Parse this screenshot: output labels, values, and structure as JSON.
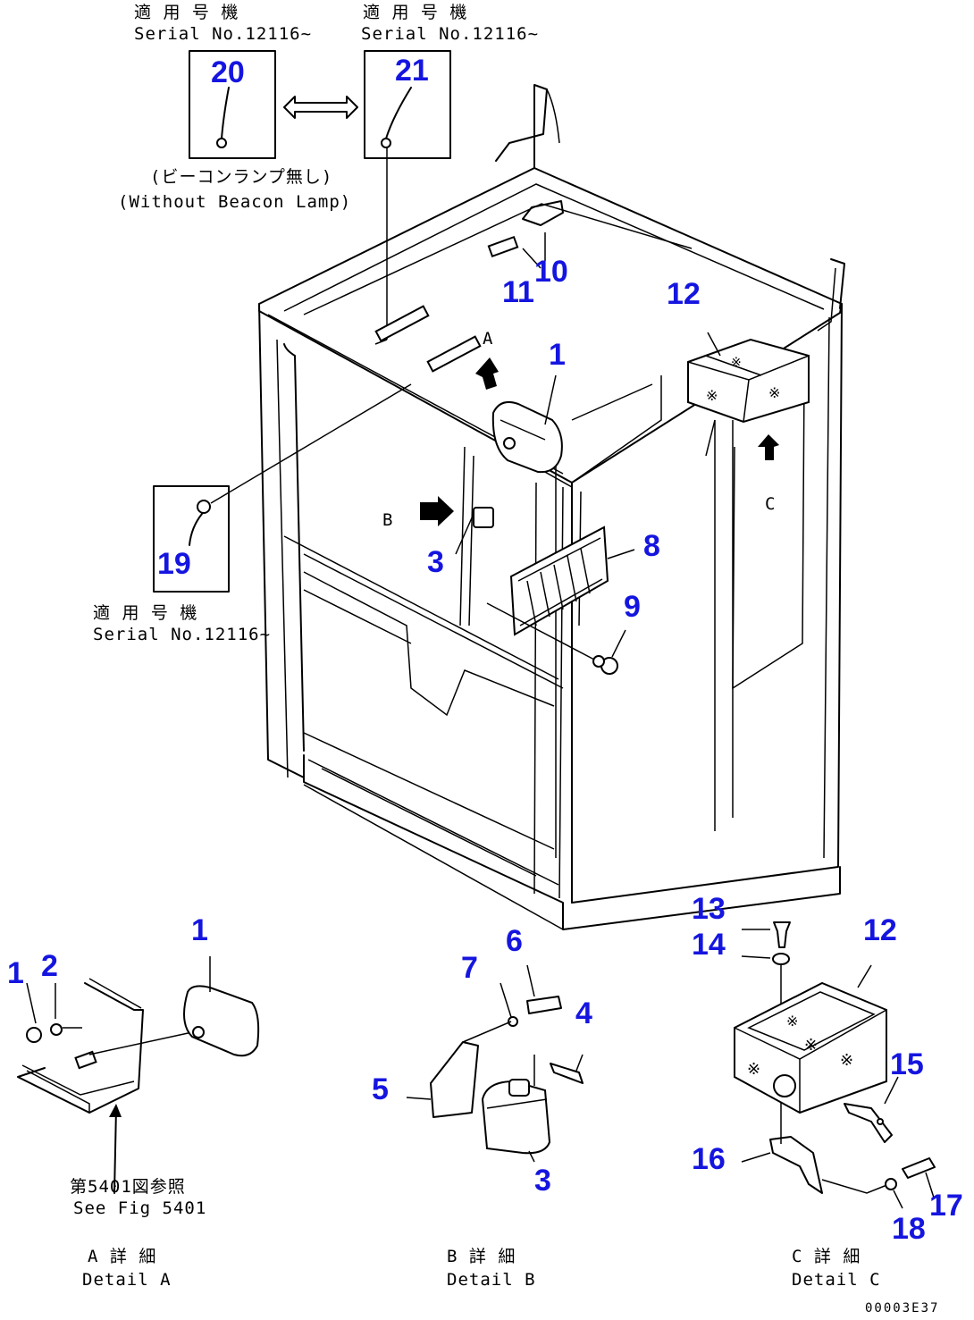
{
  "header_labels": {
    "left_jp": "適 用 号 機",
    "left_serial": "Serial No.12116~",
    "right_jp": "適 用 号 機",
    "right_serial": "Serial No.12116~",
    "beacon_jp": "(ビーコンランプ無し)",
    "beacon_en": "(Without Beacon Lamp)",
    "mid_jp": "適 用 号 機",
    "mid_serial": "Serial No.12116~"
  },
  "view_letters": {
    "a": "A",
    "b": "B",
    "c": "C"
  },
  "callouts": {
    "n20": "20",
    "n21": "21",
    "n19": "19",
    "n1_main": "1",
    "n3_main": "3",
    "n8": "8",
    "n9": "9",
    "n10": "10",
    "n11": "11",
    "n12_main": "12",
    "dA_1a": "1",
    "dA_2": "2",
    "dA_1b": "1",
    "dB_7": "7",
    "dB_6": "6",
    "dB_4": "4",
    "dB_5": "5",
    "dB_3": "3",
    "dC_13": "13",
    "dC_14": "14",
    "dC_12": "12",
    "dC_15": "15",
    "dC_16": "16",
    "dC_17": "17",
    "dC_18": "18"
  },
  "detail_a": {
    "ref_jp": "第5401図参照",
    "ref_en": "See Fig 5401",
    "title_jp": "A 詳 細",
    "title_en": "Detail A"
  },
  "detail_b": {
    "title_jp": "B 詳 細",
    "title_en": "Detail B"
  },
  "detail_c": {
    "title_jp": "C 詳 細",
    "title_en": "Detail C"
  },
  "drawing_code": "00003E37"
}
